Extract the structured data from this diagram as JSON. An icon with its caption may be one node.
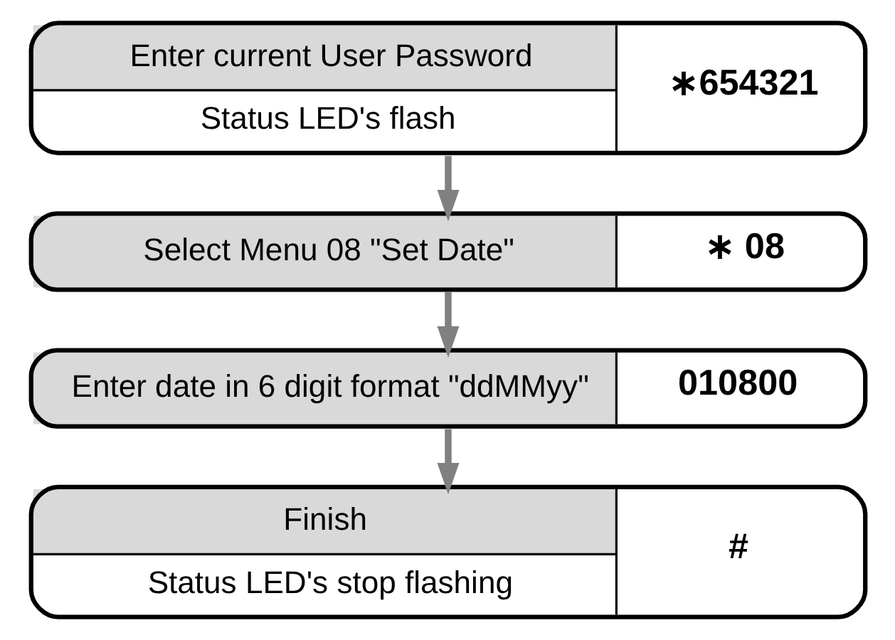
{
  "diagram": {
    "nodes": [
      {
        "text": [
          "Enter current User Password",
          "Status LED's flash",
          "∗654321"
        ]
      },
      {
        "text": [
          "Select Menu 08 \"Set Date\"",
          "∗ 08"
        ]
      },
      {
        "text": [
          "Enter date in 6 digit format \"ddMMyy\"",
          "010800"
        ]
      },
      {
        "text": [
          "Finish",
          "Status LED's stop flashing",
          "#"
        ]
      }
    ],
    "edges": [
      {
        "from": 0,
        "to": 1,
        "arrow": "to"
      },
      {
        "from": 1,
        "to": 2,
        "arrow": "to"
      },
      {
        "from": 2,
        "to": 3,
        "arrow": "to"
      }
    ]
  }
}
